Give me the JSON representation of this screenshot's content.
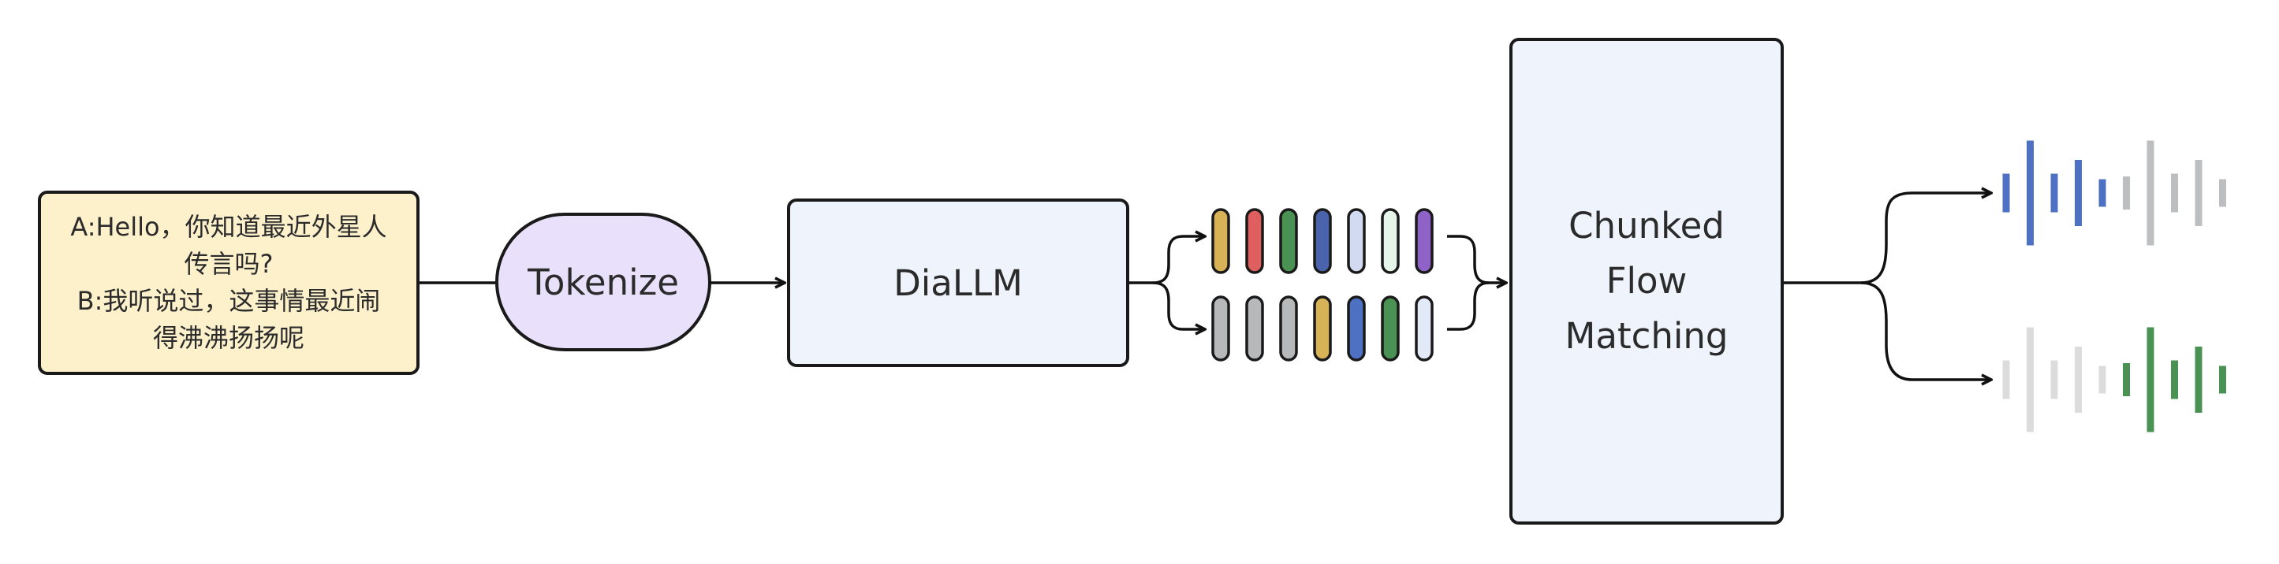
{
  "input_box": {
    "lines": [
      "A:Hello，你知道最近外星人",
      "传言吗?",
      "B:我听说过，这事情最近闹",
      "得沸沸扬扬呢"
    ],
    "fill": "#fdf1cc"
  },
  "tokenize_node": {
    "label": "Tokenize",
    "fill": "#e9e0fb"
  },
  "diallm_node": {
    "label": "DiaLLM",
    "fill": "#eef3fc"
  },
  "token_rows": [
    [
      "#d8b256",
      "#df5f5f",
      "#4a9154",
      "#4a63ad",
      "#d2daf1",
      "#e6f5ea",
      "#8f62c8"
    ],
    [
      "#b7b8ba",
      "#b7b8ba",
      "#b7b8ba",
      "#d8b256",
      "#4f71c3",
      "#4a9154",
      "#e2e9f7"
    ]
  ],
  "flow_node": {
    "lines": [
      "Chunked",
      "Flow",
      "Matching"
    ],
    "fill": "#eef3fc"
  },
  "waveforms": [
    {
      "color_main": "#4f71c3",
      "color_faded": "#bcbec0",
      "levels": [
        0.35,
        0.95,
        0.35,
        0.6,
        0.25,
        0.3,
        0.95,
        0.35,
        0.6,
        0.25
      ]
    },
    {
      "color_main": "#4a9154",
      "color_faded": "#dcdcdc",
      "levels": [
        0.35,
        0.95,
        0.35,
        0.6,
        0.25,
        0.3,
        0.95,
        0.35,
        0.6,
        0.25
      ]
    }
  ]
}
